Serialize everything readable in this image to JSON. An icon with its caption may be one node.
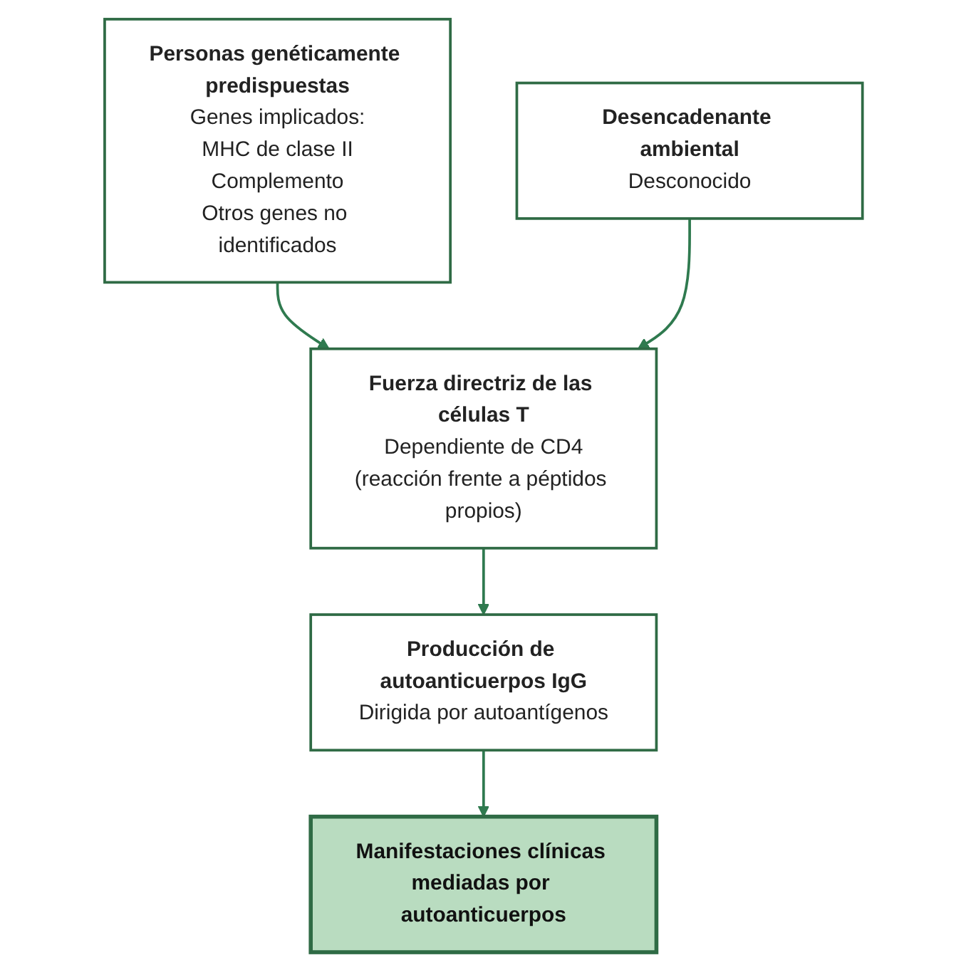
{
  "diagram": {
    "nodes": [
      {
        "text": [
          "Personas genéticamente predispuestas",
          "Genes implicados:",
          "MHC de clase II",
          "Complemento",
          "Otros genes no identificados"
        ]
      },
      {
        "text": [
          "Desencadenante ambiental",
          "Desconocido"
        ]
      },
      {
        "text": [
          "Fuerza directriz de las células T",
          "Dependiente de CD4",
          "(reacción frente a péptidos propios)"
        ]
      },
      {
        "text": [
          "Producción de autoanticuerpos IgG",
          "Dirigida por autoantígenos"
        ]
      },
      {
        "text": [
          "Manifestaciones clínicas mediadas por autoanticuerpos"
        ]
      }
    ],
    "edges": [
      {
        "from": 0,
        "to": 2,
        "arrow": "to"
      },
      {
        "from": 1,
        "to": 2,
        "arrow": "to"
      },
      {
        "from": 2,
        "to": 3,
        "arrow": "to"
      },
      {
        "from": 3,
        "to": 4,
        "arrow": "to"
      }
    ]
  }
}
